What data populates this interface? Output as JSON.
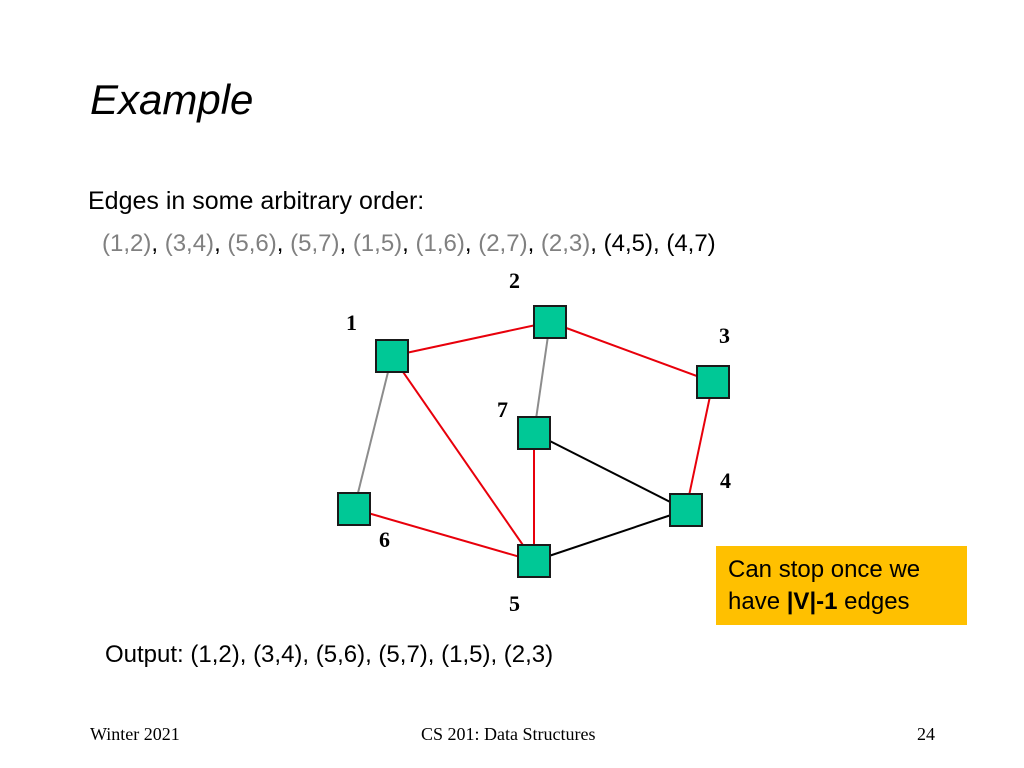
{
  "slide": {
    "title": "Example",
    "edges_heading": "Edges in some arbitrary order:",
    "edge_separator": ", ",
    "edges": [
      {
        "label": "(1,2)",
        "from": 1,
        "to": 2,
        "status": "accepted"
      },
      {
        "label": "(3,4)",
        "from": 3,
        "to": 4,
        "status": "accepted"
      },
      {
        "label": "(5,6)",
        "from": 5,
        "to": 6,
        "status": "accepted"
      },
      {
        "label": "(5,7)",
        "from": 5,
        "to": 7,
        "status": "accepted"
      },
      {
        "label": "(1,5)",
        "from": 1,
        "to": 5,
        "status": "accepted"
      },
      {
        "label": "(1,6)",
        "from": 1,
        "to": 6,
        "status": "rejected"
      },
      {
        "label": "(2,7)",
        "from": 2,
        "to": 7,
        "status": "rejected"
      },
      {
        "label": "(2,3)",
        "from": 2,
        "to": 3,
        "status": "accepted"
      },
      {
        "label": "(4,5)",
        "from": 4,
        "to": 5,
        "status": "unprocessed"
      },
      {
        "label": "(4,7)",
        "from": 4,
        "to": 7,
        "status": "unprocessed"
      }
    ],
    "nodes": [
      {
        "id": 1,
        "label": "1"
      },
      {
        "id": 2,
        "label": "2"
      },
      {
        "id": 3,
        "label": "3"
      },
      {
        "id": 4,
        "label": "4"
      },
      {
        "id": 5,
        "label": "5"
      },
      {
        "id": 6,
        "label": "6"
      },
      {
        "id": 7,
        "label": "7"
      }
    ],
    "note": {
      "line1": "Can stop once we",
      "line2_prefix": "have ",
      "line2_bold": "|V|-1",
      "line2_suffix": " edges"
    },
    "output": "Output: (1,2), (3,4), (5,6), (5,7), (1,5), (2,3)"
  },
  "footer": {
    "left": "Winter 2021",
    "center": "CS 201: Data Structures",
    "right": "24"
  },
  "colors": {
    "node_fill": "#00c896",
    "node_stroke": "#1a1a1a",
    "accepted_edge": "#e8000b",
    "rejected_edge": "#8c8c8c",
    "unprocessed_edge": "#000000",
    "note_background": "#ffc000",
    "list_grey_text": "#808080"
  }
}
